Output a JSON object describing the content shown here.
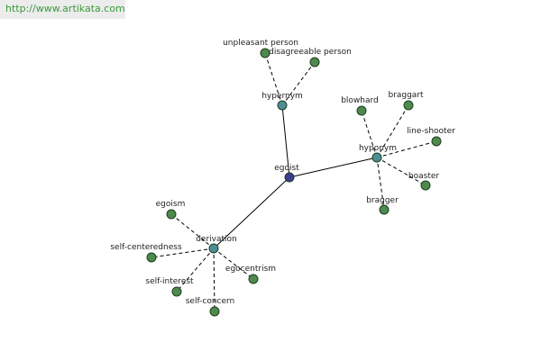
{
  "header": {
    "url": "http://www.artikata.com"
  },
  "colors": {
    "leaf": "#4e8a4e",
    "relation": "#4d8f96",
    "center": "#3b3b8f"
  },
  "graph": {
    "center": {
      "label": "egoist"
    },
    "relations": [
      {
        "key": "hypernym",
        "label": "hypernym",
        "children": [
          "unpleasant person",
          "disagreeable person"
        ]
      },
      {
        "key": "hyponym",
        "label": "hyponym",
        "children": [
          "blowhard",
          "braggart",
          "line-shooter",
          "boaster",
          "bragger"
        ]
      },
      {
        "key": "derivation",
        "label": "derivation",
        "children": [
          "egoism",
          "self-centeredness",
          "self-interest",
          "self-concern",
          "egocentrism"
        ]
      }
    ]
  }
}
